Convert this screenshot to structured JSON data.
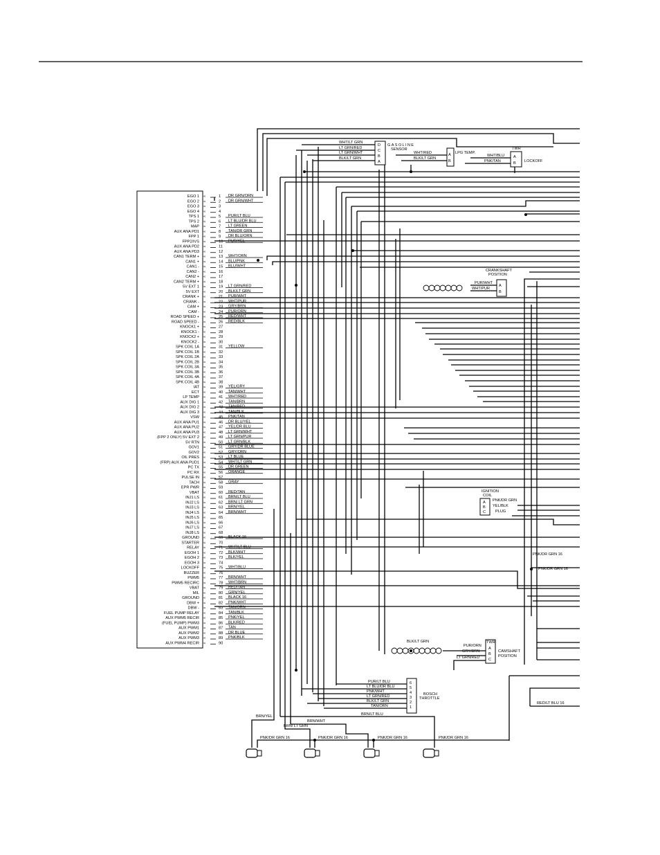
{
  "ecm": {
    "pins": [
      {
        "n": "1",
        "label": "EGO 1",
        "wire": "DR GRN/ORN"
      },
      {
        "n": "2",
        "label": "EGO 2",
        "wire": "DR GRN/WHT"
      },
      {
        "n": "3",
        "label": "EGO 3",
        "wire": ""
      },
      {
        "n": "4",
        "label": "EGO 4",
        "wire": ""
      },
      {
        "n": "5",
        "label": "TPS 1",
        "wire": "PUR/LT BLU"
      },
      {
        "n": "6",
        "label": "TPS 2",
        "wire": "LT BLU/DR BLU"
      },
      {
        "n": "7",
        "label": "MAP",
        "wire": "LT GREEN"
      },
      {
        "n": "8",
        "label": "AUX ANA PD1",
        "wire": "TAN/DR GRN"
      },
      {
        "n": "9",
        "label": "FPP 1",
        "wire": "DR BLU/ORN"
      },
      {
        "n": "10",
        "label": "FPP2/IVS",
        "wire": "PUR/YEL"
      },
      {
        "n": "11",
        "label": "AUX ANA PD2",
        "wire": ""
      },
      {
        "n": "12",
        "label": "AUX ANA PD3",
        "wire": ""
      },
      {
        "n": "13",
        "label": "CAN1 TERM +",
        "wire": "WHT/ORN"
      },
      {
        "n": "14",
        "label": "CAN1 +",
        "wire": "BLU/PNK"
      },
      {
        "n": "15",
        "label": "CAN1 -",
        "wire": "BLU/WHT"
      },
      {
        "n": "16",
        "label": "CAN2 -",
        "wire": ""
      },
      {
        "n": "17",
        "label": "CAN2 +",
        "wire": ""
      },
      {
        "n": "18",
        "label": "CAN2 TERM +",
        "wire": ""
      },
      {
        "n": "19",
        "label": "5V EXT 1",
        "wire": "LT GRN/RED"
      },
      {
        "n": "20",
        "label": "5V EXT",
        "wire": "BLK/LT GRN"
      },
      {
        "n": "21",
        "label": "CRANK +",
        "wire": "PUR/WHT"
      },
      {
        "n": "22",
        "label": "CRANK -",
        "wire": "WHT/PUR"
      },
      {
        "n": "23",
        "label": "CAM +",
        "wire": "GRY/BRN"
      },
      {
        "n": "24",
        "label": "CAM -",
        "wire": "PUR/ORN"
      },
      {
        "n": "25",
        "label": "ROAD SPEED +",
        "wire": "RED/WHT"
      },
      {
        "n": "26",
        "label": "ROAD SPEED -",
        "wire": "RED/BLK"
      },
      {
        "n": "27",
        "label": "KNOCK1 +",
        "wire": ""
      },
      {
        "n": "28",
        "label": "KNOCK1 -",
        "wire": ""
      },
      {
        "n": "29",
        "label": "KNOCK2 +",
        "wire": ""
      },
      {
        "n": "30",
        "label": "KNOCK2 -",
        "wire": ""
      },
      {
        "n": "31",
        "label": "SPK COIL 1A",
        "wire": "YELLOW"
      },
      {
        "n": "32",
        "label": "SPK COIL 1B",
        "wire": ""
      },
      {
        "n": "33",
        "label": "SPK COIL 2A",
        "wire": ""
      },
      {
        "n": "34",
        "label": "SPK COIL 2B",
        "wire": ""
      },
      {
        "n": "35",
        "label": "SPK COIL 3A",
        "wire": ""
      },
      {
        "n": "36",
        "label": "SPK COIL 3B",
        "wire": ""
      },
      {
        "n": "37",
        "label": "SPK COIL 4A",
        "wire": ""
      },
      {
        "n": "38",
        "label": "SPK COIL 4B",
        "wire": ""
      },
      {
        "n": "39",
        "label": "IAT",
        "wire": "YEL/GRY"
      },
      {
        "n": "40",
        "label": "ECT",
        "wire": "TAN/WHT"
      },
      {
        "n": "41",
        "label": "LP TEMP",
        "wire": "WHT/RED"
      },
      {
        "n": "42",
        "label": "AUX DIG 1",
        "wire": "TAN/BRN"
      },
      {
        "n": "43",
        "label": "AUX DIG 2",
        "wire": "TAN/RED"
      },
      {
        "n": "44",
        "label": "AUX DIG 3",
        "wire": "TAN/BLK"
      },
      {
        "n": "45",
        "label": "VSW",
        "wire": "PNK/TAN"
      },
      {
        "n": "46",
        "label": "AUX ANA PU1",
        "wire": "DR BLU/YEL"
      },
      {
        "n": "47",
        "label": "AUX ANA PU2",
        "wire": "YEL/DR BLU"
      },
      {
        "n": "48",
        "label": "AUX ANA PU3",
        "wire": "LT GRN/WHT"
      },
      {
        "n": "49",
        "label": "(FPP 2 ONLY) 5V EXT 2",
        "wire": "LT GRN/PUR"
      },
      {
        "n": "50",
        "label": "5V RTN",
        "wire": "LT GRN/BLK"
      },
      {
        "n": "51",
        "label": "GOV1",
        "wire": "GRY/DR BLUE"
      },
      {
        "n": "52",
        "label": "GOV2",
        "wire": "GRY/ORN"
      },
      {
        "n": "53",
        "label": "OIL PRES",
        "wire": "LT BLUE"
      },
      {
        "n": "54",
        "label": "(FRP) AUX ANA PUD1",
        "wire": "WHT/LT GRN"
      },
      {
        "n": "55",
        "label": "PC TX",
        "wire": "DR GREEN"
      },
      {
        "n": "56",
        "label": "PC RX",
        "wire": "ORANGE"
      },
      {
        "n": "57",
        "label": "PULSE IN",
        "wire": ""
      },
      {
        "n": "58",
        "label": "TACH",
        "wire": "GRAY"
      },
      {
        "n": "59",
        "label": "EPR PWR",
        "wire": ""
      },
      {
        "n": "60",
        "label": "VBAT",
        "wire": "RED/TAN"
      },
      {
        "n": "61",
        "label": "INJ1 LS",
        "wire": "BRN/LT BLU"
      },
      {
        "n": "62",
        "label": "INJ2 LS",
        "wire": "BRN/ LT GRN"
      },
      {
        "n": "63",
        "label": "INJ3 LS",
        "wire": "BRN/YEL"
      },
      {
        "n": "64",
        "label": "INJ4 LS",
        "wire": "BRN/WHT"
      },
      {
        "n": "65",
        "label": "INJ5 LS",
        "wire": ""
      },
      {
        "n": "66",
        "label": "INJ6 LS",
        "wire": ""
      },
      {
        "n": "67",
        "label": "INJ7 LS",
        "wire": ""
      },
      {
        "n": "68",
        "label": "INJ8 LS",
        "wire": ""
      },
      {
        "n": "69",
        "label": "GROUND",
        "wire": "BLACK 16"
      },
      {
        "n": "70",
        "label": "STARTER",
        "wire": ""
      },
      {
        "n": "71",
        "label": "RELAY",
        "wire": "WHT/LT BLU"
      },
      {
        "n": "72",
        "label": "EGOH 1",
        "wire": "BLK/WHT"
      },
      {
        "n": "73",
        "label": "EGOH 2",
        "wire": "BLK/YEL"
      },
      {
        "n": "74",
        "label": "EGOH 3",
        "wire": ""
      },
      {
        "n": "75",
        "label": "LOCKOFF",
        "wire": "WHT/BLU"
      },
      {
        "n": "76",
        "label": "BUZZER",
        "wire": ""
      },
      {
        "n": "77",
        "label": "PWM5",
        "wire": "BRN/WHT"
      },
      {
        "n": "78",
        "label": "PWM5 RECIRC",
        "wire": "WHT/BRN"
      },
      {
        "n": "79",
        "label": "VBAT",
        "wire": "RED/TAN"
      },
      {
        "n": "80",
        "label": "MIL",
        "wire": "GRN/YEL"
      },
      {
        "n": "81",
        "label": "GROUND",
        "wire": "BLACK 16"
      },
      {
        "n": "82",
        "label": "DBW +",
        "wire": "PNK/WHT"
      },
      {
        "n": "83",
        "label": "DBW -",
        "wire": "TAN/ORN"
      },
      {
        "n": "84",
        "label": "FUEL PUMP RELAY",
        "wire": "TAN/BLK"
      },
      {
        "n": "85",
        "label": "AUX PWM5 RECIR",
        "wire": "PNK/YEL"
      },
      {
        "n": "86",
        "label": "(FUEL PUMP) PWM3",
        "wire": "BLK/RED"
      },
      {
        "n": "87",
        "label": "AUX PWM1",
        "wire": "TAN"
      },
      {
        "n": "88",
        "label": "AUX PWM2",
        "wire": "DR BLUE"
      },
      {
        "n": "89",
        "label": "AUX PWM3",
        "wire": "PNK/BLK"
      },
      {
        "n": "90",
        "label": "AUX PWM4 RECIR",
        "wire": ""
      }
    ]
  },
  "gasoline_sensor": {
    "title": "GASOLINE SENSOR",
    "pins": [
      "D",
      "C",
      "B",
      "A"
    ],
    "wires": [
      "WHT/LT GRN",
      "LT GRN/RED",
      "LT GRN/WHT",
      "BLK/LT GRN"
    ]
  },
  "lpg_temp": {
    "title": "LPG TEMP.",
    "pins": [
      "A",
      "B"
    ],
    "wires": [
      "WHT/RED",
      "BLK/LT GRN"
    ]
  },
  "lockoff": {
    "title": "LOCKOFF",
    "tag": "TWR",
    "pins": [
      "A",
      "B"
    ],
    "wires": [
      "WHT/BLU",
      "PNK/TAN"
    ]
  },
  "crankshaft": {
    "title": "CRANKSHAFT POSITION",
    "pins": [
      "A",
      "B"
    ],
    "wires": [
      "PUR/WHT",
      "WHT/PUR"
    ]
  },
  "ignition_coil": {
    "title": "IGNITION COIL",
    "pins": [
      "A",
      "B",
      "C"
    ],
    "wires": [
      "PNK/DR GRN",
      "YEL/BLK"
    ],
    "plug": "PLUG"
  },
  "camshaft": {
    "title": "CAMSHAFT POSITION",
    "tag": "TWR",
    "pins": [
      "A",
      "B",
      "C"
    ],
    "wires": [
      "PUR/ORN",
      "GRY/BRN",
      "LT GRN/RED"
    ],
    "shielded": "BLK/LT GRN"
  },
  "bosch_throttle": {
    "title": "BOSCH THROTTLE",
    "pins": [
      "6",
      "5",
      "4",
      "3",
      "2",
      "1"
    ],
    "wires": [
      "PUR/LT BLU",
      "LT BLU/DR BLU",
      "PNK/WHT",
      "LT GRN/RED",
      "BLK/LT GRN",
      "TAN/ORN"
    ]
  },
  "injectors": {
    "feed_labels": [
      "BRN/YEL",
      "BRN/ LT GRN",
      "BRN/WHT",
      "BRN/LT BLU"
    ],
    "power_label": "PNK/DR GRN 16"
  },
  "right_labels": {
    "pnk1": "PNK/DR GRN 16",
    "pnk2": "PNK/DR GRN 16",
    "red_ltblu": "RED/LT BLU 16"
  }
}
